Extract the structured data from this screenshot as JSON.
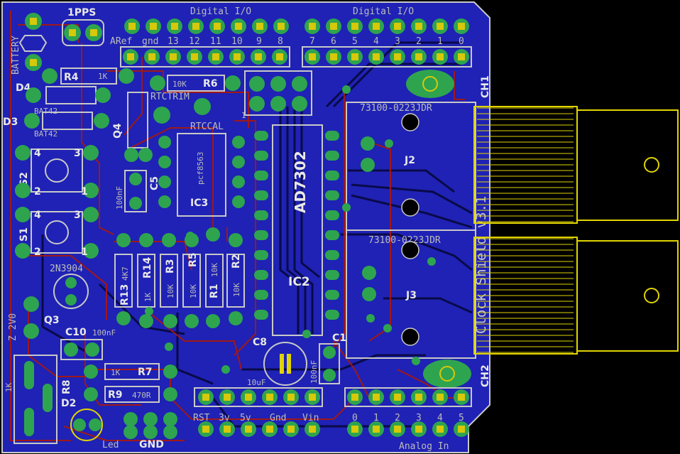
{
  "colors": {
    "board": "#1f22b4",
    "copper_top": "#a01818",
    "copper_bottom": "#0a0a48",
    "pad": "#2ea44f",
    "pad_center": "#d6c80a",
    "silk": "#c8c8c8",
    "gold": "#e0d400"
  },
  "headers": {
    "digital_left": "Digital I/O",
    "digital_right": "Digital I/O",
    "analog": "Analog In"
  },
  "pin_labels": {
    "digital_top": [
      "ARef",
      "gnd",
      "13",
      "12",
      "11",
      "10",
      "9",
      "8"
    ],
    "digital_right": [
      "7",
      "6",
      "5",
      "4",
      "3",
      "2",
      "1",
      "0"
    ],
    "power": [
      "RST",
      "3v",
      "5v",
      "Gnd",
      "Vin"
    ],
    "analog": [
      "0",
      "1",
      "2",
      "3",
      "4",
      "5"
    ]
  },
  "components": {
    "battery": "BATTERY",
    "pps": "1PPS",
    "r4": "R4",
    "r4_val": "1K",
    "r6": "R6",
    "r6_val": "10K",
    "rtctrim": "RTCTRIM",
    "d4": "D4",
    "d3": "D3",
    "bat42_a": "BAT42",
    "bat42_b": "BAT42",
    "q4": "Q4",
    "rtccal": "RTCCAL",
    "ic3": "IC3",
    "ic3_part": "pcf8563",
    "c5": "C5",
    "c5_val": "100nF",
    "s2": "S2",
    "s1": "S1",
    "ic2_part": "AD7302",
    "ic2": "IC2",
    "j2_part": "73100-0223JDR",
    "j2": "J2",
    "j3_part": "73100-0223JDR",
    "j3": "J3",
    "ch1": "CH1",
    "ch2": "CH2",
    "transistor": "2N3904",
    "q3": "Q3",
    "r13": "R13",
    "r13_val": "4K7",
    "r14": "R14",
    "r14_val": "1K",
    "r3": "R3",
    "r3_val": "10K",
    "r5": "R5",
    "r5_val": "10K",
    "r1": "R1",
    "r1_val": "10K",
    "r2": "R2",
    "r2_val": "10K",
    "zener": "Z 2V0",
    "c10": "C10",
    "c10_val": "100nF",
    "r7": "R7",
    "r7_val": "1K",
    "r9": "R9",
    "r9_val": "470R",
    "r8": "R8",
    "r8_val": "1K",
    "d2": "D2",
    "led": "Led",
    "gnd": "GND",
    "c8": "C8",
    "c8_val": "10uF",
    "c1": "C1",
    "c1_val": "100nF",
    "pin1": "1",
    "s2_pins": [
      "4",
      "3",
      "2",
      "1"
    ],
    "s1_pins": [
      "4",
      "3",
      "2",
      "1"
    ],
    "shield": "Clock Shield v3.1"
  }
}
